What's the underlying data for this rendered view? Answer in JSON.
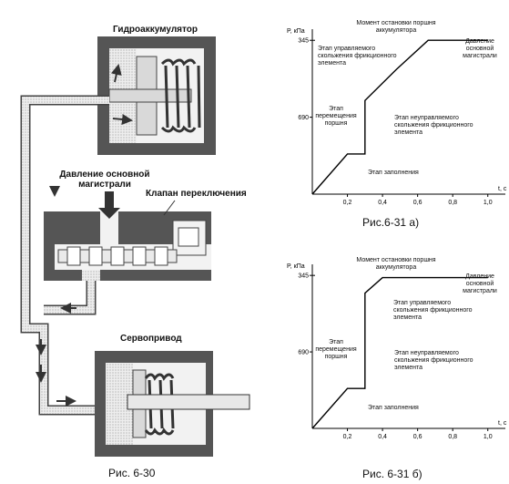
{
  "left_figure": {
    "title_accumulator": "Гидроаккумулятор",
    "label_main_pressure": "Давление основной магистрали",
    "label_switch_valve": "Клапан переключения",
    "label_servo": "Сервопривод",
    "caption": "Рис. 6-30"
  },
  "chart_a": {
    "caption": "Рис.6-31 а)",
    "title": "Момент остановки поршня аккумулятора",
    "annotations": {
      "main_pressure": "Давление основной магистрали",
      "controlled": "Этап управляемого скольжения фрикционного элемента",
      "piston_move": "Этап перемещения поршня",
      "uncontrolled": "Этап неуправляемого скольжения фрикционного элемента",
      "fill": "Этап заполнения"
    },
    "ylabel": "P, кПа",
    "xlabel": "t, с",
    "yticks": [
      "690",
      "345"
    ],
    "xticks": [
      "0,2",
      "0,4",
      "0,6",
      "0,8",
      "1,0"
    ]
  },
  "chart_b": {
    "caption": "Рис. 6-31 б)",
    "title": "Момент остановки поршня аккумулятора",
    "annotations": {
      "main_pressure": "Давление основной магистрали",
      "controlled": "Этап управляемого скольжения фрикционного элемента",
      "piston_move": "Этап перемещения поршня",
      "uncontrolled": "Этап неуправляемого скольжения фрикционного элемента",
      "fill": "Этап заполнения"
    },
    "ylabel": "P, кПа",
    "xlabel": "t, с",
    "yticks": [
      "690",
      "345"
    ],
    "xticks": [
      "0,2",
      "0,4",
      "0,6",
      "0,8",
      "1,0"
    ]
  },
  "chart_data": [
    {
      "type": "line",
      "x": [
        0,
        0.2,
        0.3,
        0.3,
        0.48,
        0.66,
        1.0
      ],
      "y": [
        0,
        180,
        180,
        420,
        560,
        690,
        690
      ],
      "xlim": [
        0,
        1.1
      ],
      "ylim": [
        0,
        740
      ],
      "yticks": [
        345,
        690
      ],
      "xticks": [
        0.2,
        0.4,
        0.6,
        0.8,
        1.0
      ]
    },
    {
      "type": "line",
      "x": [
        0,
        0.2,
        0.3,
        0.3,
        0.4,
        1.0
      ],
      "y": [
        0,
        180,
        180,
        610,
        680,
        680
      ],
      "xlim": [
        0,
        1.1
      ],
      "ylim": [
        0,
        740
      ],
      "yticks": [
        345,
        690
      ],
      "xticks": [
        0.2,
        0.4,
        0.6,
        0.8,
        1.0
      ]
    }
  ]
}
